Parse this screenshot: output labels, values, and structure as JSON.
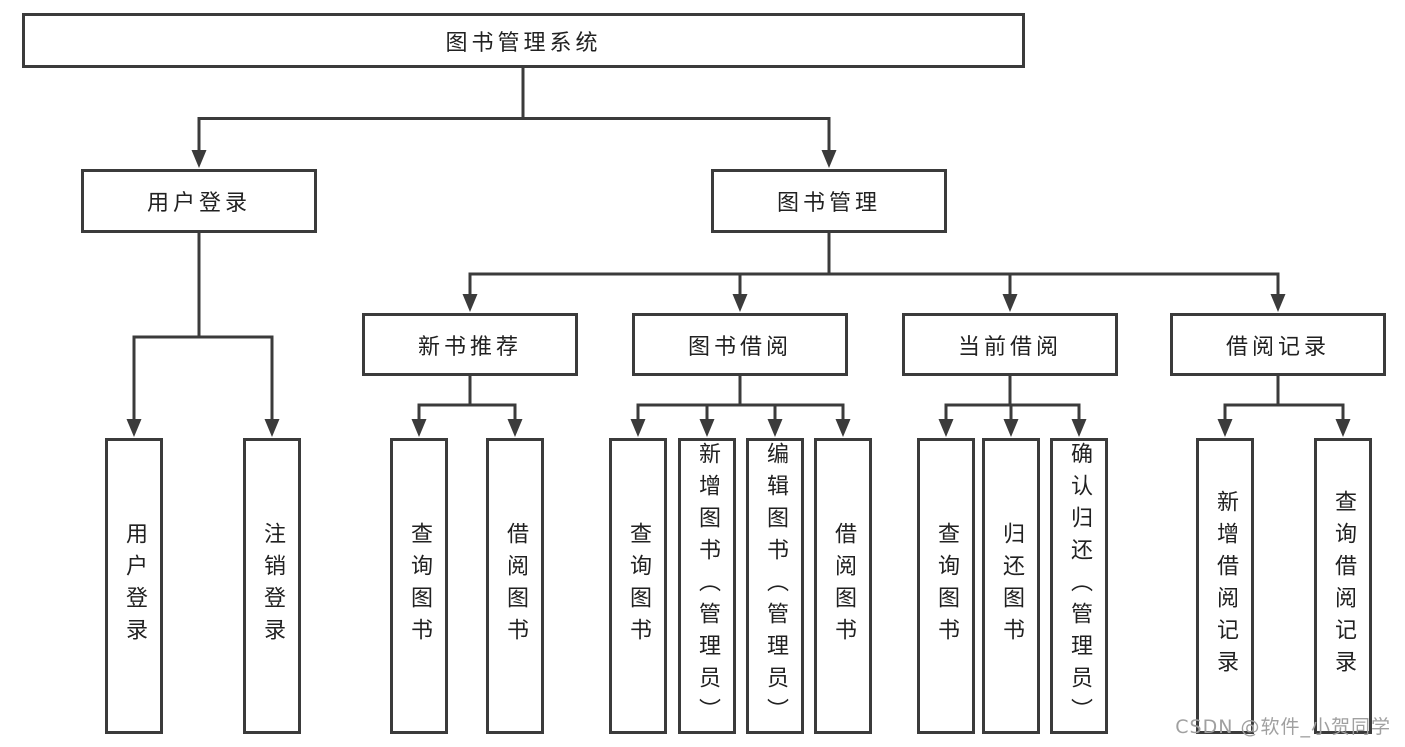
{
  "tree": {
    "root": {
      "label": "图书管理系统"
    },
    "branches": [
      {
        "label": "用户登录",
        "children": [
          {
            "label": "用户登录"
          },
          {
            "label": "注销登录"
          }
        ]
      },
      {
        "label": "图书管理",
        "children": [
          {
            "label": "新书推荐",
            "children": [
              {
                "label": "查询图书"
              },
              {
                "label": "借阅图书"
              }
            ]
          },
          {
            "label": "图书借阅",
            "children": [
              {
                "label": "查询图书"
              },
              {
                "label": "新增图书（管理员）"
              },
              {
                "label": "编辑图书（管理员）"
              },
              {
                "label": "借阅图书"
              }
            ]
          },
          {
            "label": "当前借阅",
            "children": [
              {
                "label": "查询图书"
              },
              {
                "label": "归还图书"
              },
              {
                "label": "确认归还（管理员）"
              }
            ]
          },
          {
            "label": "借阅记录",
            "children": [
              {
                "label": "新增借阅记录"
              },
              {
                "label": "查询借阅记录"
              }
            ]
          }
        ]
      }
    ]
  },
  "watermark": {
    "text": "CSDN @软件_小贺同学"
  },
  "colors": {
    "line": "#3b3b3b",
    "text": "#212121",
    "background": "#ffffff",
    "watermark": "#a0a0a0"
  }
}
